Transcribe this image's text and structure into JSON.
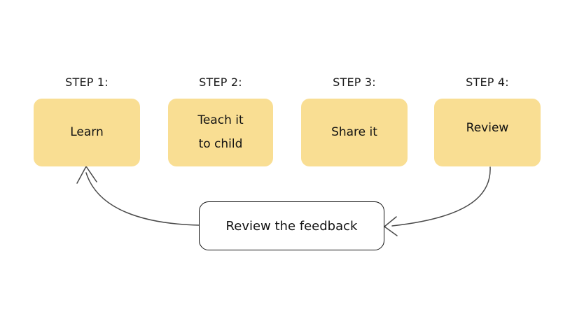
{
  "diagram": {
    "title_present": false,
    "background_color": "#ffffff",
    "box_fill_color": "#f9de93",
    "text_color": "#121212",
    "arrow_color": "#4a4a4a",
    "feedback_box_border_color": "#111111"
  },
  "steps": [
    {
      "label": "STEP 1:",
      "lines": [
        "Learn"
      ]
    },
    {
      "label": "STEP 2:",
      "lines": [
        "Teach it",
        "to child"
      ]
    },
    {
      "label": "STEP 3:",
      "lines": [
        "Share it"
      ]
    },
    {
      "label": "STEP 4:",
      "lines": [
        "Review"
      ]
    }
  ],
  "feedback": {
    "label": "Review the feedback"
  }
}
